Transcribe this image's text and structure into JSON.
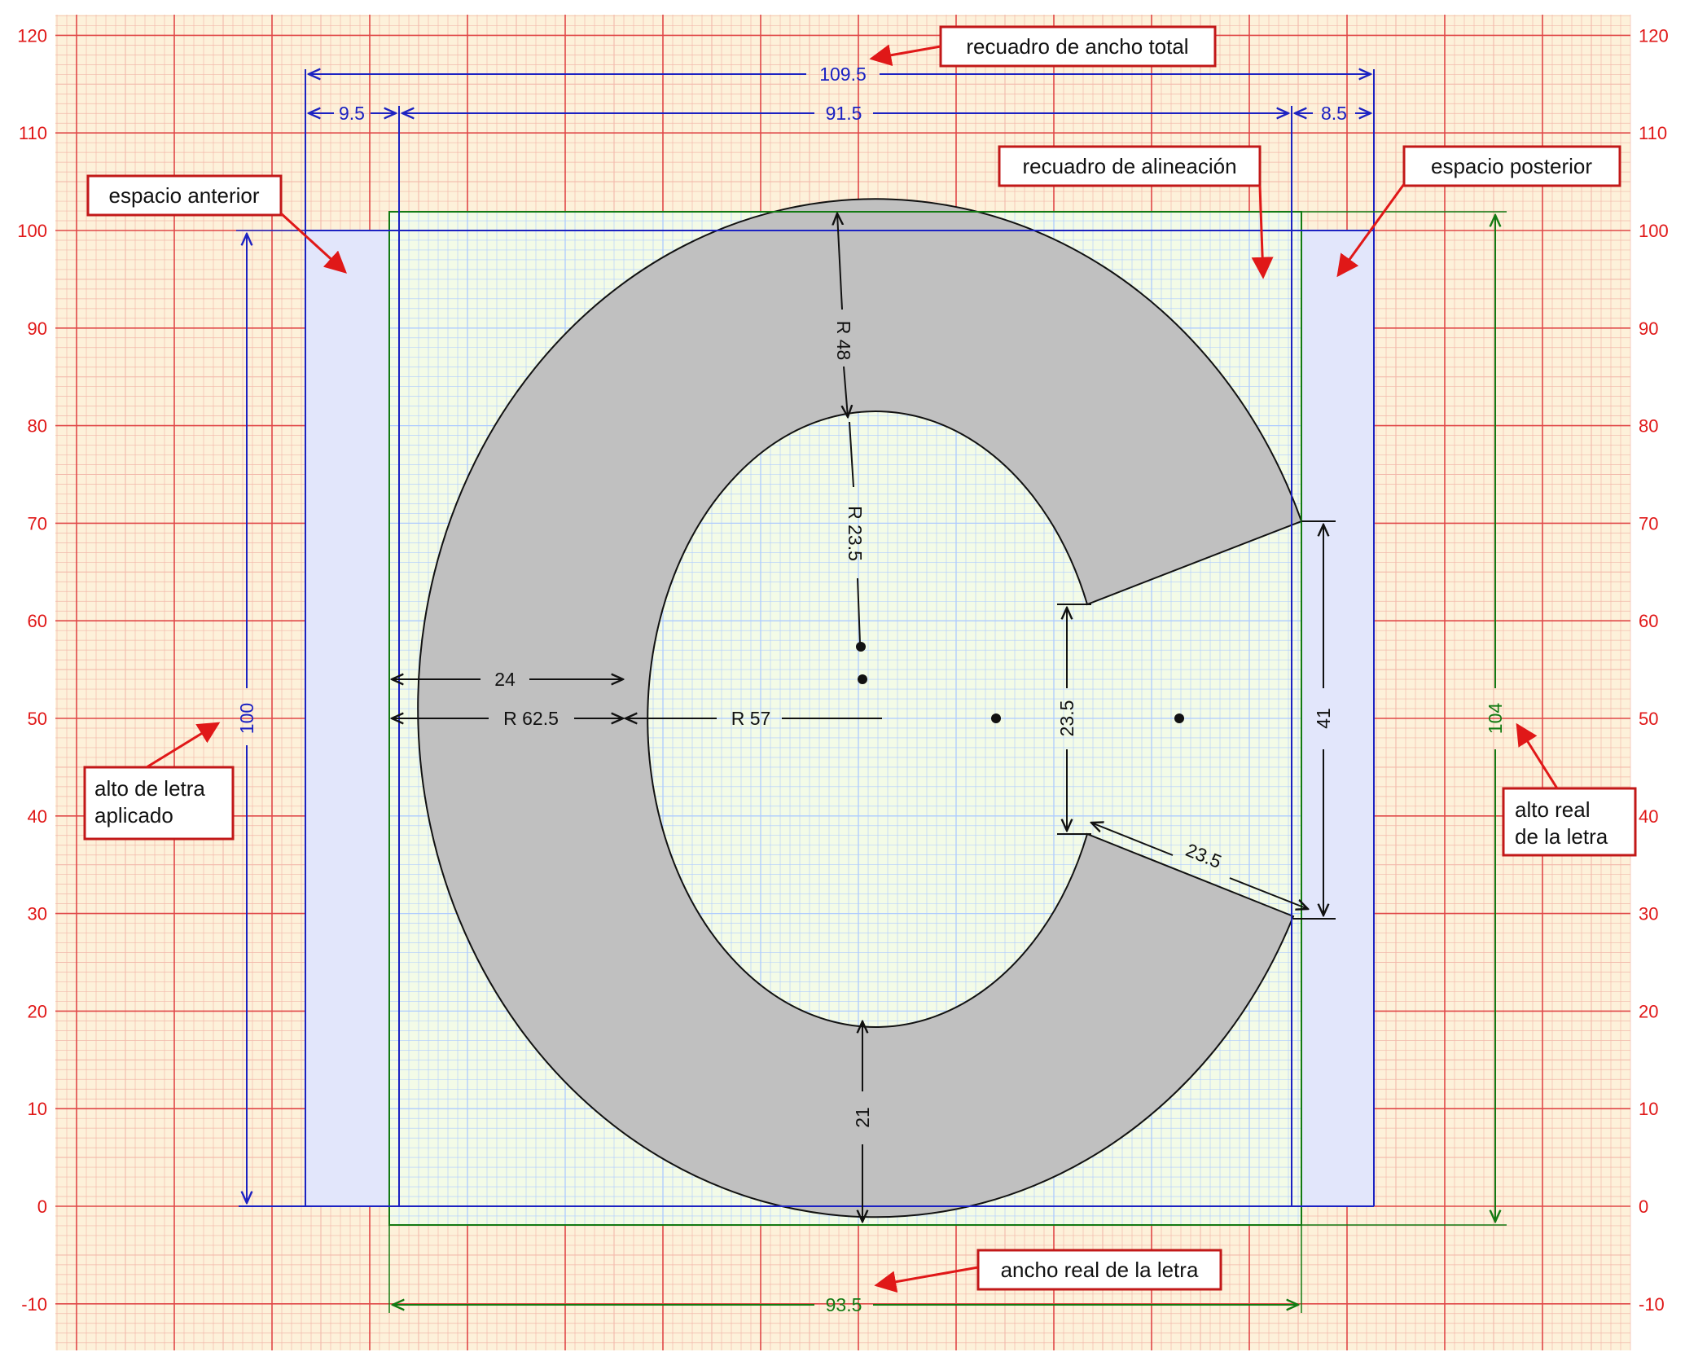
{
  "colors": {
    "paper": "#fdf1da",
    "minor_grid": "#f2b9ab",
    "major_grid": "#e04848",
    "sidebearing_fill": "#e2e6fb",
    "inner_box_fill": "#f3fbe7",
    "inner_grid": "#aecbff",
    "glyph_fill": "#c0c0c0",
    "blue": "#1c22c2",
    "green": "#137a13",
    "red_label": "#e01818",
    "black": "#111111"
  },
  "axis": {
    "min": -10,
    "max": 120,
    "step": 10,
    "labels": [
      "120",
      "110",
      "100",
      "90",
      "80",
      "70",
      "60",
      "50",
      "40",
      "30",
      "20",
      "10",
      "0",
      "-10"
    ]
  },
  "dimensions": {
    "total_width": "109.5",
    "left_bearing": "9.5",
    "align_width": "91.5",
    "right_bearing": "8.5",
    "applied_height": "100",
    "real_height": "104",
    "real_width": "93.5",
    "outer_radius_top": "R 48",
    "inner_radius": "R 23.5",
    "stem_thickness": "24",
    "outer_radius_left": "R 62.5",
    "inner_radius_left": "R 57",
    "bottom_thickness": "21",
    "aperture_height": "23.5",
    "terminal_height": "41",
    "cut_length": "23.5"
  },
  "callouts": {
    "total_box": "recuadro de ancho total",
    "alignment_box": "recuadro de alineación",
    "left_space": "espacio anterior",
    "right_space": "espacio posterior",
    "applied_height": [
      "alto de letra",
      "aplicado"
    ],
    "real_height": [
      "alto real",
      "de la letra"
    ],
    "real_width": "ancho real de la letra"
  },
  "icons": [
    "arrow-icon",
    "center-point-icon"
  ]
}
